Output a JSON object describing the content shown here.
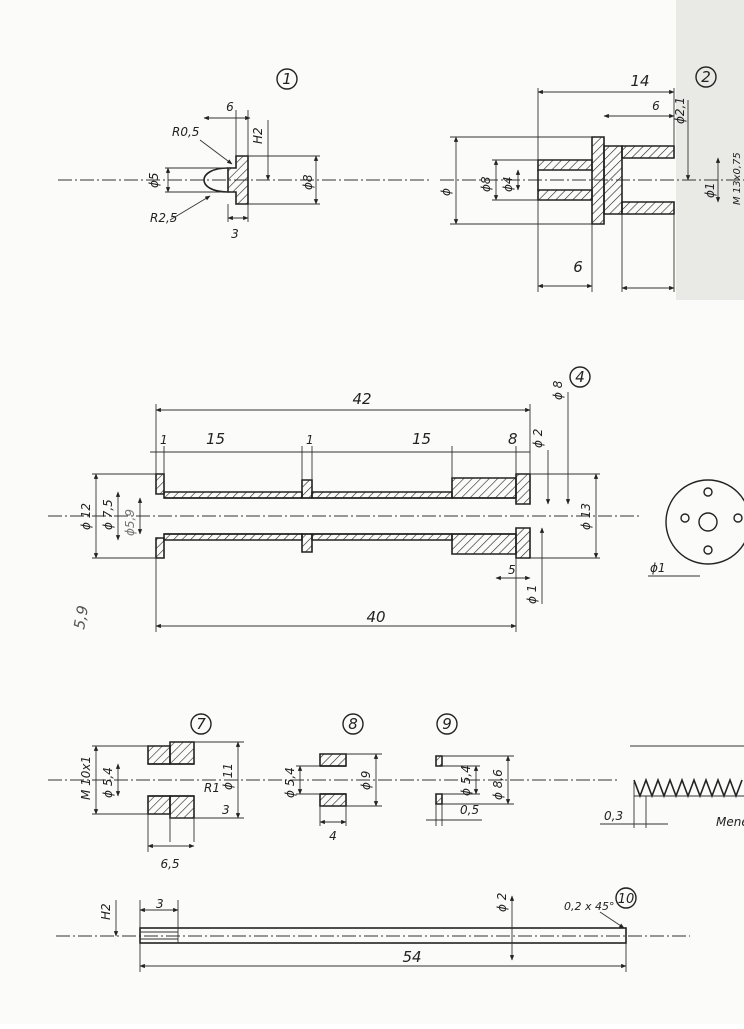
{
  "parts": {
    "p1": {
      "number": "1",
      "dims": {
        "width": "6",
        "r_top": "R0,5",
        "h": "H2",
        "dia_small": "ϕ5",
        "dia_big": "ϕ8",
        "r_bottom": "R2,5",
        "length": "3"
      }
    },
    "p2": {
      "number": "2",
      "dims": {
        "top": "14",
        "inner": "6",
        "dia_outer": "ϕ",
        "dia_8": "ϕ8",
        "dia_4": "ϕ4",
        "dia_21": "ϕ2,1",
        "dia_1": "ϕ1",
        "thread": "M 13x0,75",
        "bottom": "6"
      }
    },
    "p4": {
      "number": "4",
      "dims": {
        "overall": "42",
        "seg1": "1",
        "seg2": "15",
        "seg3": "1",
        "seg4": "15",
        "seg5": "8",
        "dia12": "ϕ 12",
        "dia75": "ϕ 7,5",
        "dia59": "ϕ5,9",
        "dia8": "ϕ 8",
        "dia2": "ϕ 2",
        "dia13": "ϕ 13",
        "dia1": "ϕ 1",
        "five": "5",
        "bottom": "40",
        "dia1_side": "ϕ1"
      }
    },
    "p7": {
      "number": "7",
      "dims": {
        "thread": "M 10x1",
        "dia54": "ϕ 5,4",
        "dia11": "ϕ 11",
        "r1": "R1",
        "three": "3",
        "width": "6,5"
      }
    },
    "p8": {
      "number": "8",
      "dims": {
        "dia54": "ϕ 5,4",
        "dia9": "ϕ 9",
        "width": "4"
      }
    },
    "p9": {
      "number": "9",
      "dims": {
        "dia54": "ϕ 5,4",
        "dia86": "ϕ 8,6",
        "width": "0,5"
      }
    },
    "p10": {
      "number": "10",
      "dims": {
        "h": "H2",
        "short": "3",
        "dia2": "ϕ 2",
        "chamfer": "0,2 x 45°",
        "length": "54"
      }
    },
    "right_edge": {
      "gap": "0,3",
      "label": "Mene"
    },
    "margin_note": "5,9"
  }
}
